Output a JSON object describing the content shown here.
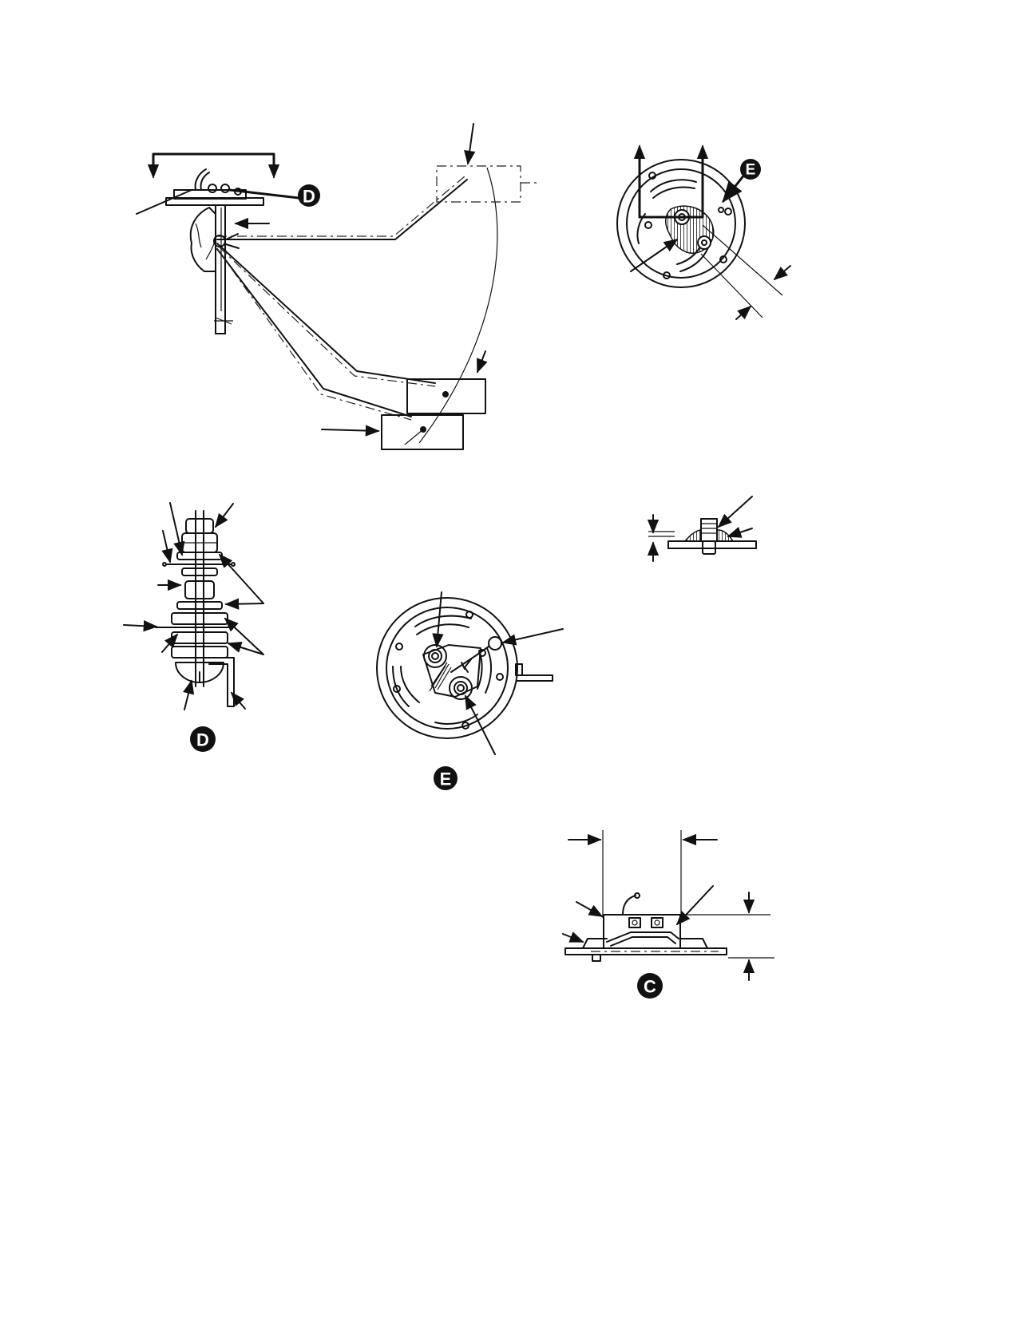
{
  "callouts": {
    "d_top": "D",
    "e_top": "E",
    "d_detail": "D",
    "e_detail": "E",
    "c_detail": "C"
  }
}
